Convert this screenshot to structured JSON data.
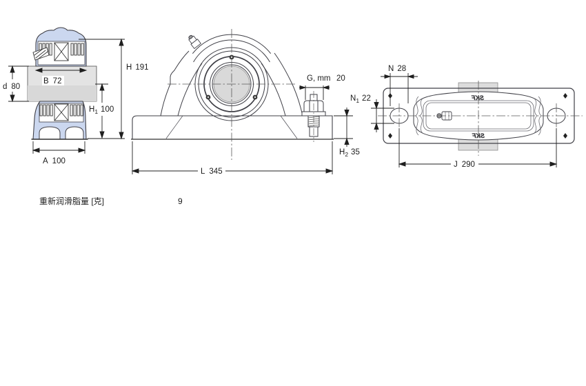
{
  "drawing": {
    "type": "bearing-unit-dimensional-drawing",
    "views": [
      "side-section-view",
      "front-view",
      "top-view"
    ]
  },
  "brand": {
    "logo": "SKF"
  },
  "dimensions": {
    "d": {
      "sym": "d",
      "value": "80"
    },
    "B": {
      "sym": "B",
      "value": "72"
    },
    "A": {
      "sym": "A",
      "value": "100"
    },
    "H": {
      "sym": "H",
      "value": "191"
    },
    "H1": {
      "sym": "H",
      "sub": "1",
      "value": "100"
    },
    "H2": {
      "sym": "H",
      "sub": "2",
      "value": "35"
    },
    "L": {
      "sym": "L",
      "value": "345"
    },
    "G": {
      "sym": "G, mm",
      "value": "20"
    },
    "N": {
      "sym": "N",
      "value": "28"
    },
    "N1": {
      "sym": "N",
      "sub": "1",
      "value": "22"
    },
    "J": {
      "sym": "J",
      "value": "290"
    }
  },
  "product": {
    "relubrication_label": "重新润滑脂量 [克]",
    "relubrication_value": "9"
  },
  "colors": {
    "line": "#3f3f46",
    "dimension_line": "#1f1f1f",
    "housing_fill": "#cbd7ef",
    "shaft_fill": "#e3e3e3",
    "bore_fill": "#d9d9d9",
    "band_fill": "#dcdcdc"
  }
}
